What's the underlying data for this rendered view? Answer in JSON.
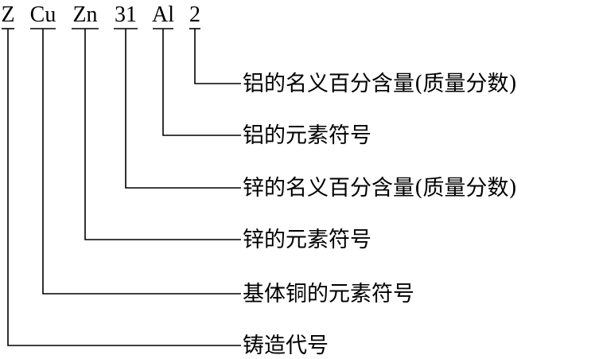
{
  "designation": {
    "parts": [
      {
        "text": "Z"
      },
      {
        "text": "Cu"
      },
      {
        "text": "Zn"
      },
      {
        "text": "31"
      },
      {
        "text": "Al"
      },
      {
        "text": "2"
      }
    ]
  },
  "labels": [
    {
      "text": "铝的名义百分含量(质量分数)"
    },
    {
      "text": "铝的元素符号"
    },
    {
      "text": "锌的名义百分含量(质量分数)"
    },
    {
      "text": "锌的元素符号"
    },
    {
      "text": "基体铜的元素符号"
    },
    {
      "text": "铸造代号"
    }
  ],
  "colors": {
    "line": "#000000",
    "text": "#000000"
  }
}
